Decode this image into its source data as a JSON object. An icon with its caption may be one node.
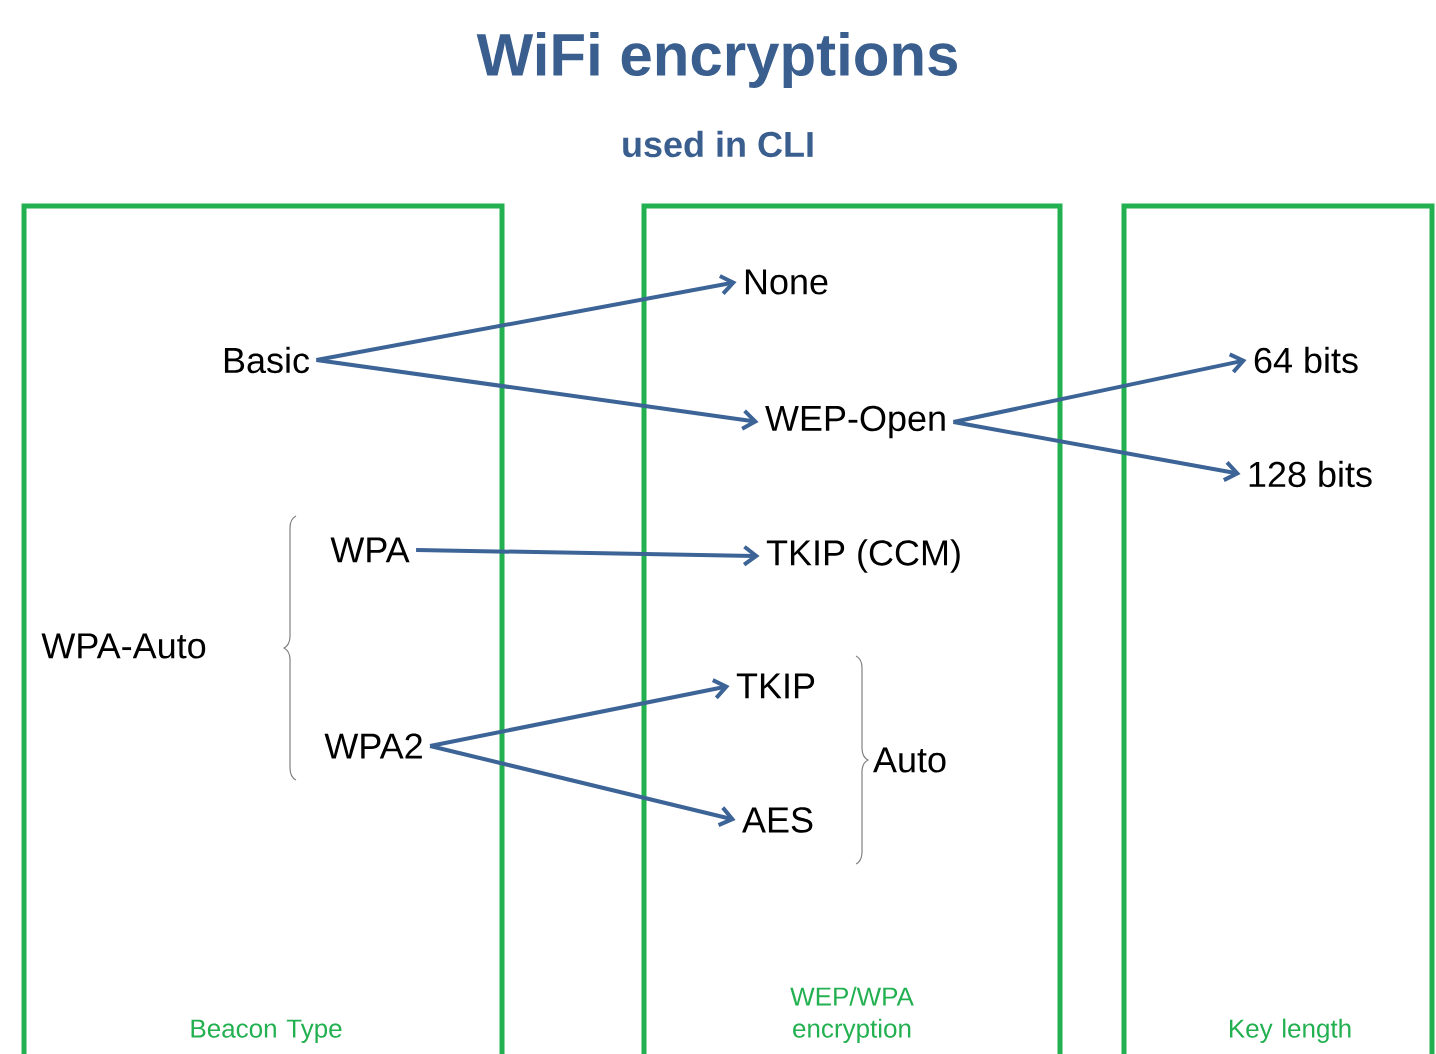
{
  "diagram": {
    "title": "WiFi encryptions",
    "nodes": [
      {
        "text": [
          "Beacon Type"
        ]
      },
      {
        "text": [
          "WEP/WPA encryption"
        ]
      },
      {
        "text": [
          "Key length"
        ]
      },
      {
        "text": [
          "Basic"
        ],
        "in": 0
      },
      {
        "text": [
          "WPA-Auto"
        ],
        "in": 0
      },
      {
        "text": [
          "WPA"
        ],
        "in": 0
      },
      {
        "text": [
          "WPA2"
        ],
        "in": 0
      },
      {
        "text": [
          "None"
        ],
        "in": 1
      },
      {
        "text": [
          "WEP-Open"
        ],
        "in": 1
      },
      {
        "text": [
          "TKIP (CCM)"
        ],
        "in": 1
      },
      {
        "text": [
          "TKIP"
        ],
        "in": 1
      },
      {
        "text": [
          "AES"
        ],
        "in": 1
      },
      {
        "text": [
          "64 bits"
        ],
        "in": 2
      },
      {
        "text": [
          "128 bits"
        ],
        "in": 2
      }
    ],
    "edges": [
      {
        "from": 3,
        "to": 7,
        "arrow": "to"
      },
      {
        "from": 3,
        "to": 8,
        "arrow": "to"
      },
      {
        "from": 5,
        "to": 9,
        "arrow": "to"
      },
      {
        "from": 6,
        "to": 10,
        "arrow": "to"
      },
      {
        "from": 6,
        "to": 11,
        "arrow": "to"
      },
      {
        "from": 8,
        "to": 12,
        "arrow": "to"
      },
      {
        "from": 8,
        "to": 13,
        "arrow": "to"
      }
    ],
    "labels": [
      "used in CLI",
      "Auto"
    ]
  }
}
